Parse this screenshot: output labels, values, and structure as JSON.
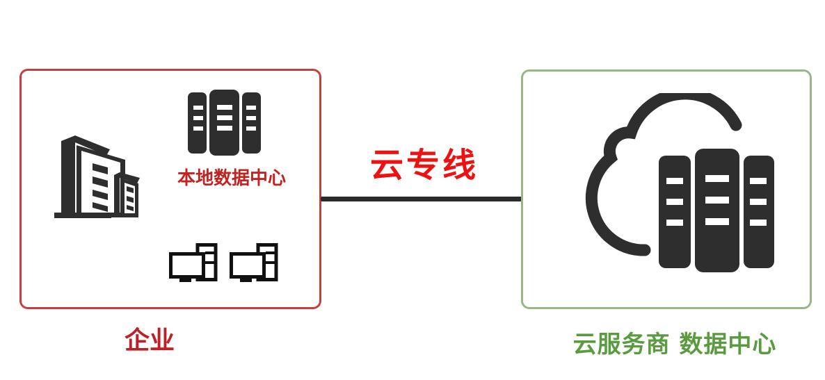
{
  "diagram": {
    "connection_label": "云专线",
    "left_box": {
      "server_label": "本地数据中心",
      "caption": "企业",
      "icons": [
        "office-building-icon",
        "server-rack-icon",
        "desktop-computer-icon",
        "desktop-computer-icon"
      ]
    },
    "right_box": {
      "caption": "云服务商 数据中心",
      "icons": [
        "cloud-datacenter-icon"
      ]
    },
    "colors": {
      "enterprise_border_red": "#c2413e",
      "enterprise_text_red": "#be2026",
      "datacenter_label_red": "#c2231f",
      "line_label_bright_red": "#ee1111",
      "cloud_border_green": "#9ab687",
      "cloud_text_green": "#599b3e",
      "icon_dark": "#2e2e2e",
      "connector_dark": "#2b2b2b"
    }
  }
}
